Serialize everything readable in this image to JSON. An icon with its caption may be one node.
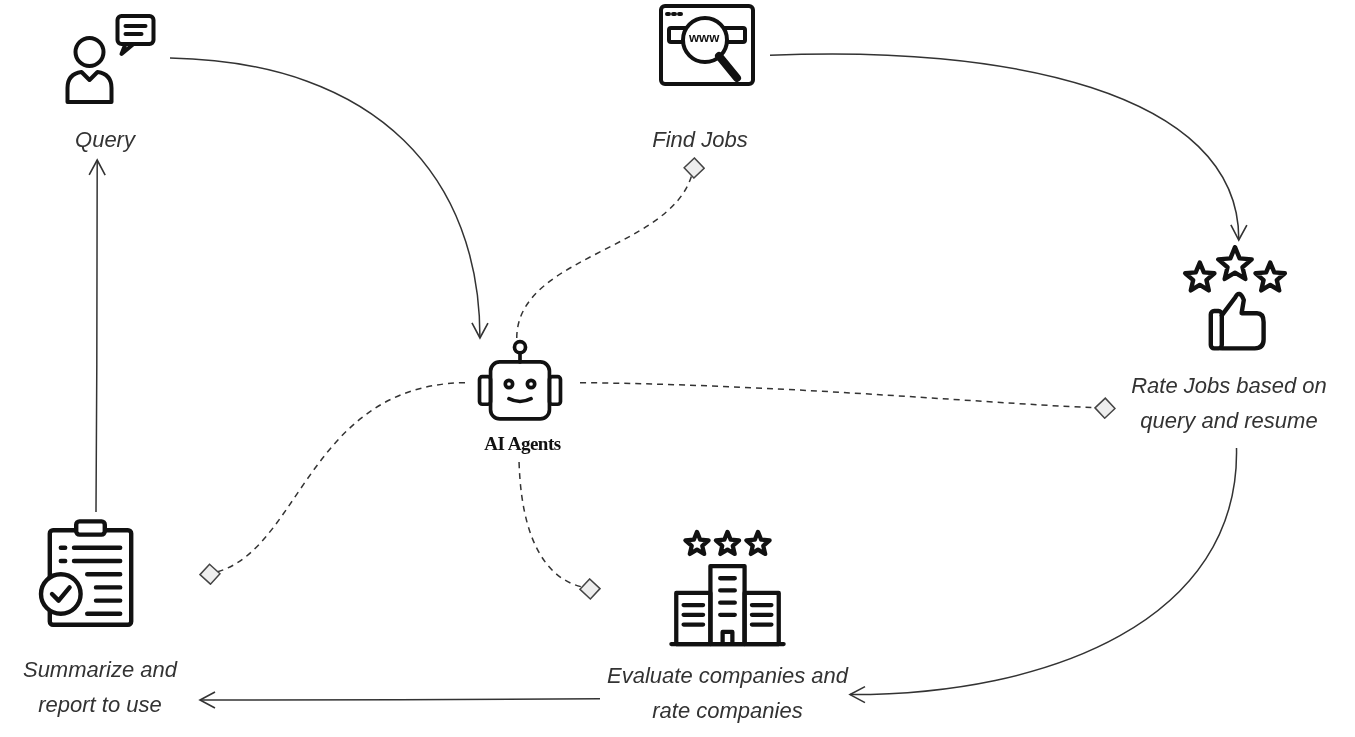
{
  "diagram": {
    "nodes": [
      {
        "text": [
          "Query"
        ]
      },
      {
        "text": [
          "Find Jobs"
        ]
      },
      {
        "text": [
          "AI Agents"
        ]
      },
      {
        "text": [
          "Rate Jobs based on query and resume"
        ]
      },
      {
        "text": [
          "Summarize and report to use"
        ]
      },
      {
        "text": [
          "Evaluate companies and rate companies"
        ]
      }
    ],
    "edges": [
      {
        "from": 0,
        "to": 2,
        "arrow": "to"
      },
      {
        "from": 1,
        "to": 3,
        "arrow": "to"
      },
      {
        "from": 3,
        "to": 5,
        "arrow": "to"
      },
      {
        "from": 5,
        "to": 4,
        "arrow": "to"
      },
      {
        "from": 4,
        "to": 0,
        "arrow": "to"
      },
      {
        "from": 2,
        "to": 1,
        "arrow": "other",
        "style": "dashed"
      },
      {
        "from": 2,
        "to": 3,
        "arrow": "other",
        "style": "dashed"
      },
      {
        "from": 2,
        "to": 4,
        "arrow": "other",
        "style": "dashed"
      },
      {
        "from": 2,
        "to": 5,
        "arrow": "other",
        "style": "dashed"
      }
    ],
    "labels": [
      "www"
    ]
  }
}
